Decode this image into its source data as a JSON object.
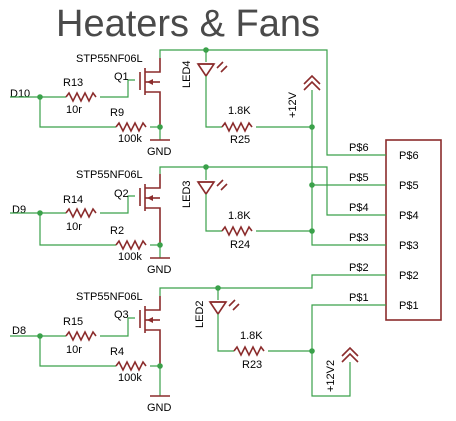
{
  "title": "Heaters & Fans",
  "colors": {
    "wire": "#3aa14a",
    "part": "#8b2c2c",
    "text": "#000000",
    "title": "#4a4a4a"
  },
  "mosfet_part": "STP55NF06L",
  "stages": [
    {
      "pin": "D10",
      "mosfet": "Q1",
      "gate_res": "R13",
      "gate_val": "10r",
      "pull_res": "R9",
      "pull_val": "100k",
      "led": "LED4",
      "led_res": "R25",
      "led_val": "1.8K",
      "gnd": "GND"
    },
    {
      "pin": "D9",
      "mosfet": "Q2",
      "gate_res": "R14",
      "gate_val": "10r",
      "pull_res": "R2",
      "pull_val": "100k",
      "led": "LED3",
      "led_res": "R24",
      "led_val": "1.8K",
      "gnd": "GND"
    },
    {
      "pin": "D8",
      "mosfet": "Q3",
      "gate_res": "R15",
      "gate_val": "10r",
      "pull_res": "R4",
      "pull_val": "100k",
      "led": "LED2",
      "led_res": "R23",
      "led_val": "1.8K",
      "gnd": "GND"
    }
  ],
  "power": {
    "rail1": "+12V",
    "rail2": "+12V2"
  },
  "connector": {
    "nets": [
      "P$6",
      "P$5",
      "P$4",
      "P$3",
      "P$2",
      "P$1"
    ],
    "pins": [
      "P$6",
      "P$5",
      "P$4",
      "P$3",
      "P$2",
      "P$1"
    ]
  }
}
